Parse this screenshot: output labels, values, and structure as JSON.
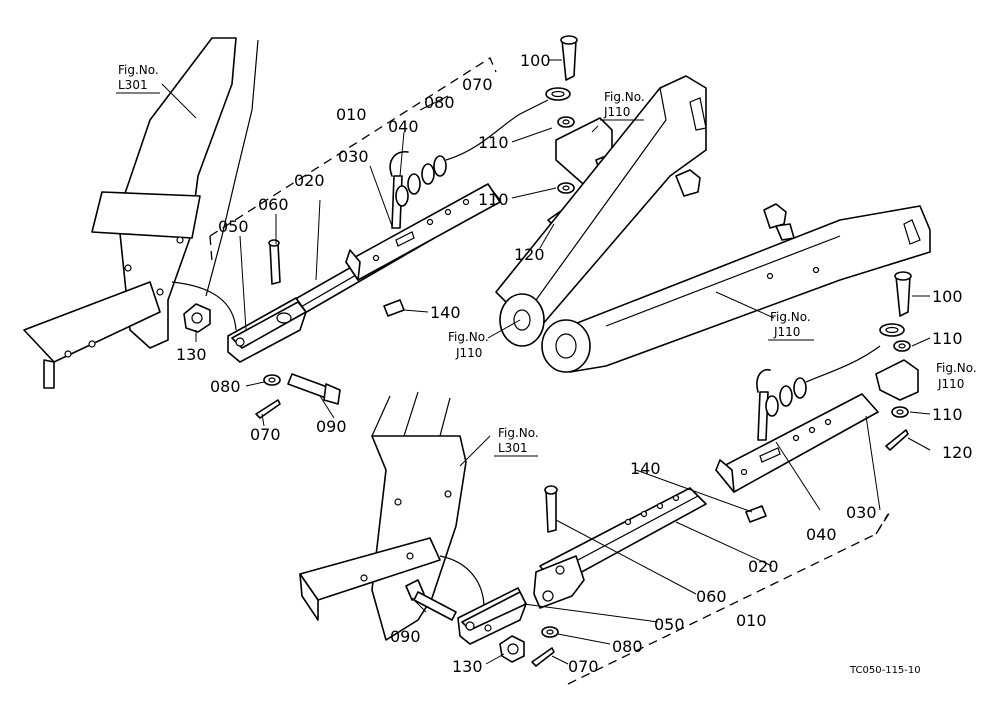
{
  "figure_refs": {
    "l301_top": {
      "title": "Fig.No.",
      "code": "L301"
    },
    "j110_top": {
      "title": "Fig.No.",
      "code": "J110"
    },
    "j110_mid_left": {
      "title": "Fig.No.",
      "code": "J110"
    },
    "j110_mid_right": {
      "title": "Fig.No.",
      "code": "J110"
    },
    "j110_right": {
      "title": "Fig.No.",
      "code": "J110"
    },
    "l301_bottom": {
      "title": "Fig.No.",
      "code": "L301"
    }
  },
  "callouts_upper": {
    "c100": "100",
    "c070": "070",
    "c080": "080",
    "c010": "010",
    "c040": "040",
    "c030": "030",
    "c020": "020",
    "c110a": "110",
    "c110b": "110",
    "c120": "120",
    "c060": "060",
    "c050": "050",
    "c140": "140",
    "c130": "130",
    "c080b": "080",
    "c090": "090",
    "c070b": "070"
  },
  "callouts_lower": {
    "c100": "100",
    "c110a": "110",
    "c110b": "110",
    "c120": "120",
    "c140": "140",
    "c030": "030",
    "c040": "040",
    "c020": "020",
    "c060": "060",
    "c010": "010",
    "c090": "090",
    "c050": "050",
    "c080": "080",
    "c130": "130",
    "c070": "070"
  },
  "drawing_code": "TC050-115-10"
}
